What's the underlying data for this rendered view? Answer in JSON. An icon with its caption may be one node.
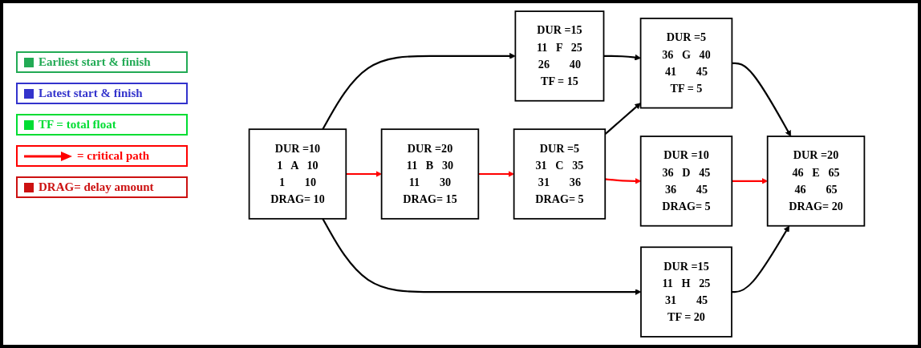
{
  "diagram": {
    "nodes": [
      {
        "text": [
          "DUR =10",
          "1",
          "A",
          "10",
          "1",
          "10",
          "DRAG= 10"
        ]
      },
      {
        "text": [
          "DUR =15",
          "11",
          "F",
          "25",
          "26",
          "40",
          "TF = 15"
        ]
      },
      {
        "text": [
          "DUR =20",
          "11",
          "B",
          "30",
          "11",
          "30",
          "DRAG= 15"
        ]
      },
      {
        "text": [
          "DUR =15",
          "11",
          "H",
          "25",
          "31",
          "45",
          "TF = 20"
        ]
      },
      {
        "text": [
          "DUR =5",
          "31",
          "C",
          "35",
          "31",
          "36",
          "DRAG= 5"
        ]
      },
      {
        "text": [
          "DUR =5",
          "36",
          "G",
          "40",
          "41",
          "45",
          "TF = 5"
        ]
      },
      {
        "text": [
          "DUR =10",
          "36",
          "D",
          "45",
          "36",
          "45",
          "DRAG= 5"
        ]
      },
      {
        "text": [
          "DUR =20",
          "46",
          "E",
          "65",
          "46",
          "65",
          "DRAG= 20"
        ]
      }
    ],
    "edges": [
      {
        "from": 0,
        "to": 1,
        "arrow": "to"
      },
      {
        "from": 0,
        "to": 2,
        "arrow": "to",
        "color": "#ff0000"
      },
      {
        "from": 0,
        "to": 3,
        "arrow": "to"
      },
      {
        "from": 1,
        "to": 5,
        "arrow": "to"
      },
      {
        "from": 2,
        "to": 4,
        "arrow": "to",
        "color": "#ff0000"
      },
      {
        "from": 4,
        "to": 5,
        "arrow": "to"
      },
      {
        "from": 4,
        "to": 6,
        "arrow": "to",
        "color": "#ff0000"
      },
      {
        "from": 5,
        "to": 7,
        "arrow": "to"
      },
      {
        "from": 6,
        "to": 7,
        "arrow": "to",
        "color": "#ff0000"
      },
      {
        "from": 3,
        "to": 7,
        "arrow": "to"
      }
    ],
    "legend": [
      {
        "text": "Earliest start & finish",
        "color": "#22aa55"
      },
      {
        "text": "Latest start & finish",
        "color": "#3333cc"
      },
      {
        "text": "TF = total float",
        "color": "#00dd33"
      },
      {
        "text": "= critical path"
      },
      {
        "text": "DRAG= delay amount",
        "color": "#cc1111"
      }
    ]
  }
}
